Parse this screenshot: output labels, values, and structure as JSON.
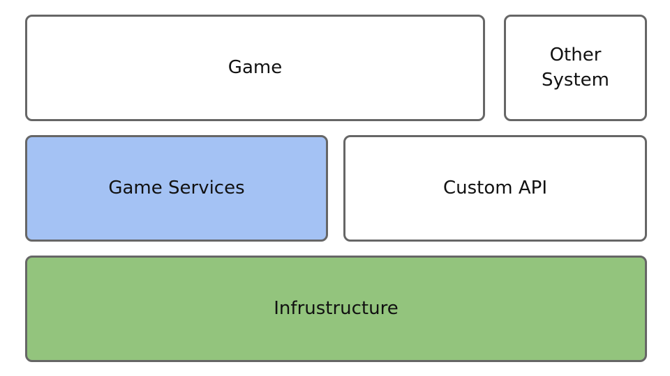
{
  "diagram": {
    "blocks": [
      {
        "id": "game",
        "label": "Game",
        "fill": "#ffffff"
      },
      {
        "id": "other",
        "label": "Other\nSystem",
        "fill": "#ffffff"
      },
      {
        "id": "services",
        "label": "Game Services",
        "fill": "#a4c2f4"
      },
      {
        "id": "custom",
        "label": "Custom API",
        "fill": "#ffffff"
      },
      {
        "id": "infra",
        "label": "Infrustructure",
        "fill": "#93c47d"
      }
    ],
    "border_color": "#666666"
  }
}
